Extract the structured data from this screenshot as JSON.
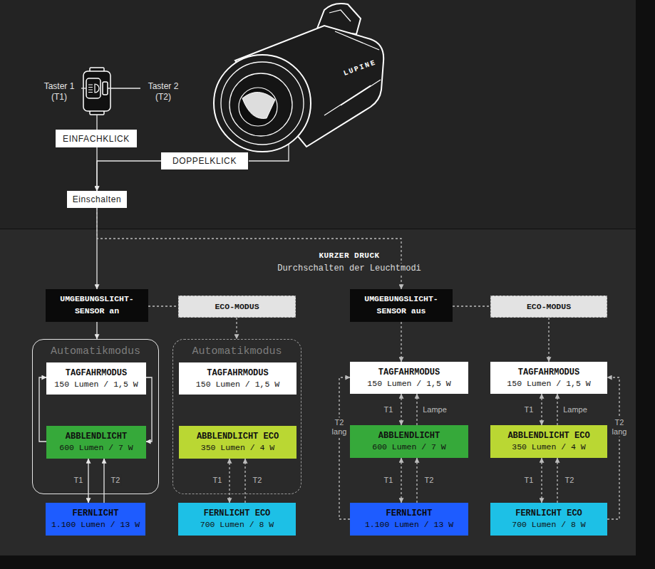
{
  "diagram": {
    "nodes": [
      {
        "text": [
          "EINFACHKLICK"
        ]
      },
      {
        "text": [
          "DOPPELKLICK"
        ]
      },
      {
        "text": [
          "Einschalten"
        ]
      },
      {
        "text": [
          "UMGEBUNGSLICHT- SENSOR an"
        ]
      },
      {
        "text": [
          "ECO-MODUS"
        ]
      },
      {
        "text": [
          "Automatikmodus"
        ]
      },
      {
        "text": [
          "TAGFAHRMODUS",
          "150 Lumen / 1,5 W"
        ],
        "in": 5
      },
      {
        "text": [
          "ABBLENDLICHT",
          "600 Lumen / 7 W"
        ],
        "in": 5
      },
      {
        "text": [
          "FERNLICHT",
          "1.100 Lumen / 13 W"
        ]
      },
      {
        "text": [
          "Automatikmodus"
        ]
      },
      {
        "text": [
          "TAGFAHRMODUS",
          "150 Lumen / 1,5 W"
        ],
        "in": 9
      },
      {
        "text": [
          "ABBLENDLICHT ECO",
          "350 Lumen / 4 W"
        ],
        "in": 9
      },
      {
        "text": [
          "FERNLICHT ECO",
          "700 Lumen / 8 W"
        ]
      },
      {
        "text": [
          "UMGEBUNGSLICHT- SENSOR aus"
        ]
      },
      {
        "text": [
          "ECO-MODUS"
        ]
      },
      {
        "text": [
          "TAGFAHRMODUS",
          "150 Lumen / 1,5 W"
        ]
      },
      {
        "text": [
          "ABBLENDLICHT",
          "600 Lumen / 7 W"
        ]
      },
      {
        "text": [
          "FERNLICHT",
          "1.100 Lumen / 13 W"
        ]
      },
      {
        "text": [
          "TAGFAHRMODUS",
          "150 Lumen / 1,5 W"
        ]
      },
      {
        "text": [
          "ABBLENDLICHT ECO",
          "350 Lumen / 4 W"
        ]
      },
      {
        "text": [
          "FERNLICHT ECO",
          "700 Lumen / 8 W"
        ]
      }
    ],
    "edges": [
      {
        "from": 0,
        "to": 2,
        "arrow": "to"
      },
      {
        "from": 1,
        "to": 2,
        "arrow": "to"
      },
      {
        "from": 2,
        "to": 3,
        "arrow": "to"
      },
      {
        "from": 2,
        "to": 13,
        "arrow": "to"
      },
      {
        "from": 3,
        "to": 4,
        "arrow": "none"
      },
      {
        "from": 3,
        "to": 5,
        "arrow": "to"
      },
      {
        "from": 4,
        "to": 9,
        "arrow": "to"
      },
      {
        "from": 6,
        "to": 7,
        "arrow": "to"
      },
      {
        "from": 7,
        "to": 6,
        "arrow": "to"
      },
      {
        "from": 7,
        "to": 8,
        "label": "T1",
        "arrow": "both"
      },
      {
        "from": 8,
        "to": 7,
        "label": "T2",
        "arrow": "to"
      },
      {
        "from": 11,
        "to": 12,
        "label": "T1",
        "arrow": "both"
      },
      {
        "from": 12,
        "to": 11,
        "label": "T2",
        "arrow": "to"
      },
      {
        "from": 13,
        "to": 14,
        "arrow": "none"
      },
      {
        "from": 13,
        "to": 15,
        "arrow": "to"
      },
      {
        "from": 14,
        "to": 18,
        "arrow": "to"
      },
      {
        "from": 15,
        "to": 16,
        "label": "T1",
        "arrow": "both"
      },
      {
        "from": 16,
        "to": 15,
        "label": "Lampe",
        "arrow": "to"
      },
      {
        "from": 16,
        "to": 17,
        "label": "T1",
        "arrow": "both"
      },
      {
        "from": 17,
        "to": 16,
        "label": "T2",
        "arrow": "to"
      },
      {
        "from": 17,
        "to": 15,
        "label": "T2 lang",
        "arrow": "to"
      },
      {
        "from": 18,
        "to": 19,
        "label": "T1",
        "arrow": "both"
      },
      {
        "from": 19,
        "to": 18,
        "label": "Lampe",
        "arrow": "to"
      },
      {
        "from": 19,
        "to": 20,
        "label": "T1",
        "arrow": "both"
      },
      {
        "from": 20,
        "to": 19,
        "label": "T2",
        "arrow": "to"
      },
      {
        "from": 20,
        "to": 18,
        "label": "T2 lang",
        "arrow": "to"
      }
    ],
    "labels": [
      "Taster 1 (T1)",
      "Taster 2 (T2)",
      "LUPINE",
      "KURZER DRUCK",
      "Durchschalten der Leuchtmodi"
    ]
  }
}
